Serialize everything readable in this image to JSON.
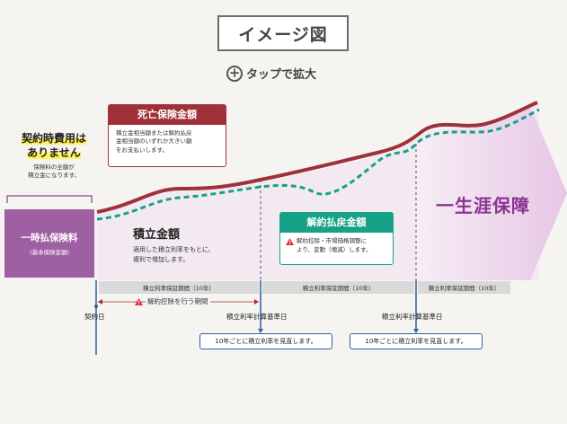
{
  "title": "イメージ図",
  "tap_hint": "タップで拡大",
  "no_fee": {
    "line1": "契約時費用は",
    "line2": "ありません",
    "note1": "保険料の全額が",
    "note2": "積立金になります。"
  },
  "lump_sum": {
    "label": "一時払保険料",
    "sub": "(基本保険金額)"
  },
  "death_benefit": {
    "title": "死亡保険金額",
    "line1": "積立金相当額または解約払戻",
    "line2": "金相当額のいずれか大きい額",
    "line3": "をお支払いします。"
  },
  "accumulation": {
    "title": "積立金額",
    "line1": "適用した積立利率をもとに、",
    "line2": "複利で増加します。"
  },
  "surrender": {
    "title": "解約払戻金額",
    "line1": "解約控除・市場価格調整に",
    "line2": "より、変動（増減）します。"
  },
  "lifetime_label": "一生涯保障",
  "periods": [
    "積立利率保証期間（10年）",
    "積立利率保証期間（10年）",
    "積立利率保証期間（10年）"
  ],
  "surrender_period": "解約控除を行う期間",
  "markers": {
    "contract_date": "契約日",
    "rate_base_1": "積立利率計算基準日",
    "rate_base_2": "積立利率計算基準日"
  },
  "review_note_1": "10年ごとに積立利率を見直します。",
  "review_note_2": "10年ごとに積立利率を見直します。",
  "colors": {
    "death_line": "#a0313b",
    "refund_line": "#17a187",
    "lifetime_fill": "#eed6ec",
    "lifetime_text": "#8a3391",
    "lump_sum": "#9f5fa3",
    "timeline": "#2f5fa7"
  }
}
